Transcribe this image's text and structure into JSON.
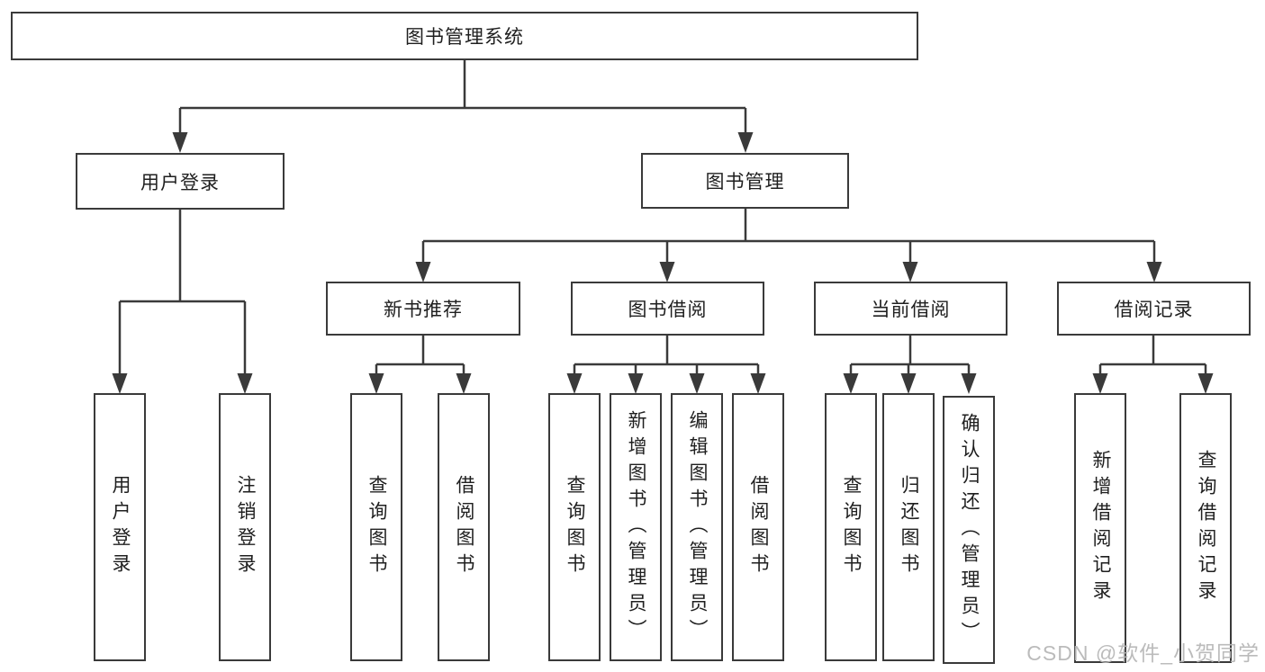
{
  "colors": {
    "line": "#3a3a3a",
    "box_border": "#3a3a3a",
    "text": "#1f1f1f",
    "watermark": "#b6b6b6",
    "background": "#ffffff"
  },
  "watermark": {
    "text": "CSDN @软件_小贺同学"
  },
  "tree": {
    "root": {
      "label": "图书管理系统",
      "children": [
        {
          "label": "用户登录",
          "children": [
            {
              "label": "用户登录"
            },
            {
              "label": "注销登录"
            }
          ]
        },
        {
          "label": "图书管理",
          "children": [
            {
              "label": "新书推荐",
              "children": [
                {
                  "label": "查询图书"
                },
                {
                  "label": "借阅图书"
                }
              ]
            },
            {
              "label": "图书借阅",
              "children": [
                {
                  "label": "查询图书"
                },
                {
                  "label": "新增图书（管理员）"
                },
                {
                  "label": "编辑图书（管理员）"
                },
                {
                  "label": "借阅图书"
                }
              ]
            },
            {
              "label": "当前借阅",
              "children": [
                {
                  "label": "查询图书"
                },
                {
                  "label": "归还图书"
                },
                {
                  "label": "确认归还（管理员）"
                }
              ]
            },
            {
              "label": "借阅记录",
              "children": [
                {
                  "label": "新增借阅记录"
                },
                {
                  "label": "查询借阅记录"
                }
              ]
            }
          ]
        }
      ]
    }
  }
}
